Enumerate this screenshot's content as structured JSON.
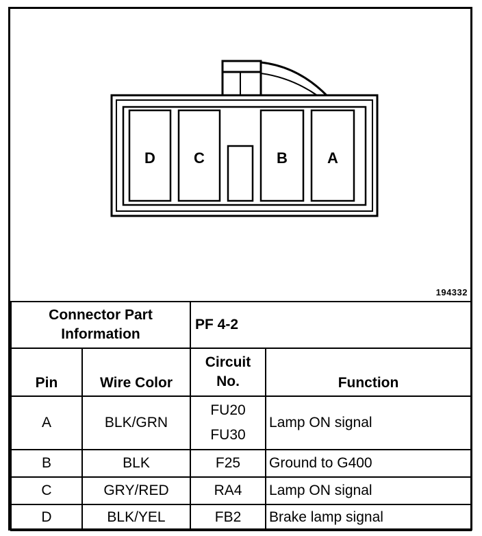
{
  "figure": {
    "pin_labels": [
      "D",
      "C",
      "B",
      "A"
    ],
    "figure_id": "194332"
  },
  "part_info": {
    "label": "Connector Part Information",
    "value": "PF 4-2"
  },
  "table": {
    "headers": {
      "pin": "Pin",
      "wire_color": "Wire Color",
      "circuit_no": "Circuit No.",
      "function": "Function"
    },
    "rows": [
      {
        "pin": "A",
        "wire_color": "BLK/GRN",
        "circuit_1": "FU20",
        "circuit_2": "FU30",
        "function": "Lamp ON signal"
      },
      {
        "pin": "B",
        "wire_color": "BLK",
        "circuit_1": "F25",
        "function": "Ground to G400"
      },
      {
        "pin": "C",
        "wire_color": "GRY/RED",
        "circuit_1": "RA4",
        "function": "Lamp ON signal"
      },
      {
        "pin": "D",
        "wire_color": "BLK/YEL",
        "circuit_1": "FB2",
        "function": "Brake lamp signal"
      }
    ]
  }
}
